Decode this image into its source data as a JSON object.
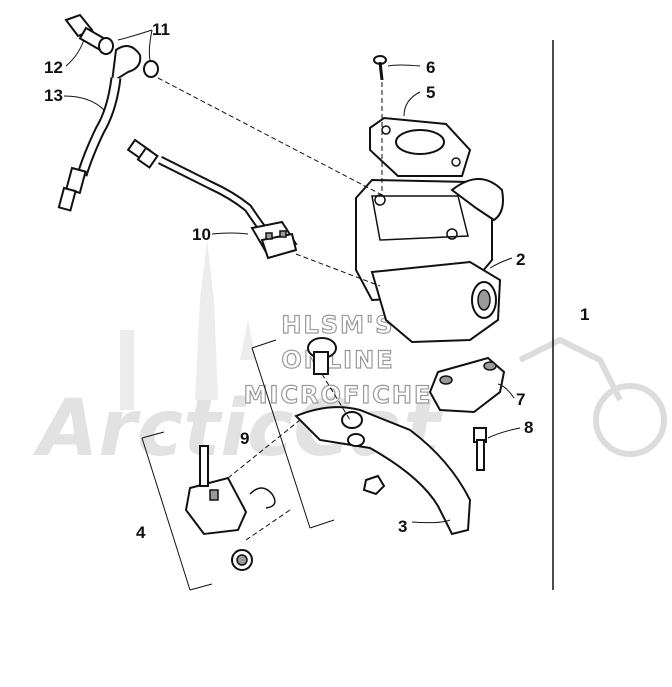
{
  "watermark": {
    "lines": [
      "HLSM'S",
      "ONLINE",
      "MICROFICHE"
    ],
    "logo_text": "ArcticCat"
  },
  "callouts": [
    {
      "id": "1",
      "label": "1"
    },
    {
      "id": "2",
      "label": "2"
    },
    {
      "id": "3",
      "label": "3"
    },
    {
      "id": "4",
      "label": "4"
    },
    {
      "id": "5",
      "label": "5"
    },
    {
      "id": "6",
      "label": "6"
    },
    {
      "id": "7",
      "label": "7"
    },
    {
      "id": "8",
      "label": "8"
    },
    {
      "id": "9",
      "label": "9"
    },
    {
      "id": "10",
      "label": "10"
    },
    {
      "id": "11",
      "label": "11"
    },
    {
      "id": "12",
      "label": "12"
    },
    {
      "id": "13",
      "label": "13"
    }
  ]
}
